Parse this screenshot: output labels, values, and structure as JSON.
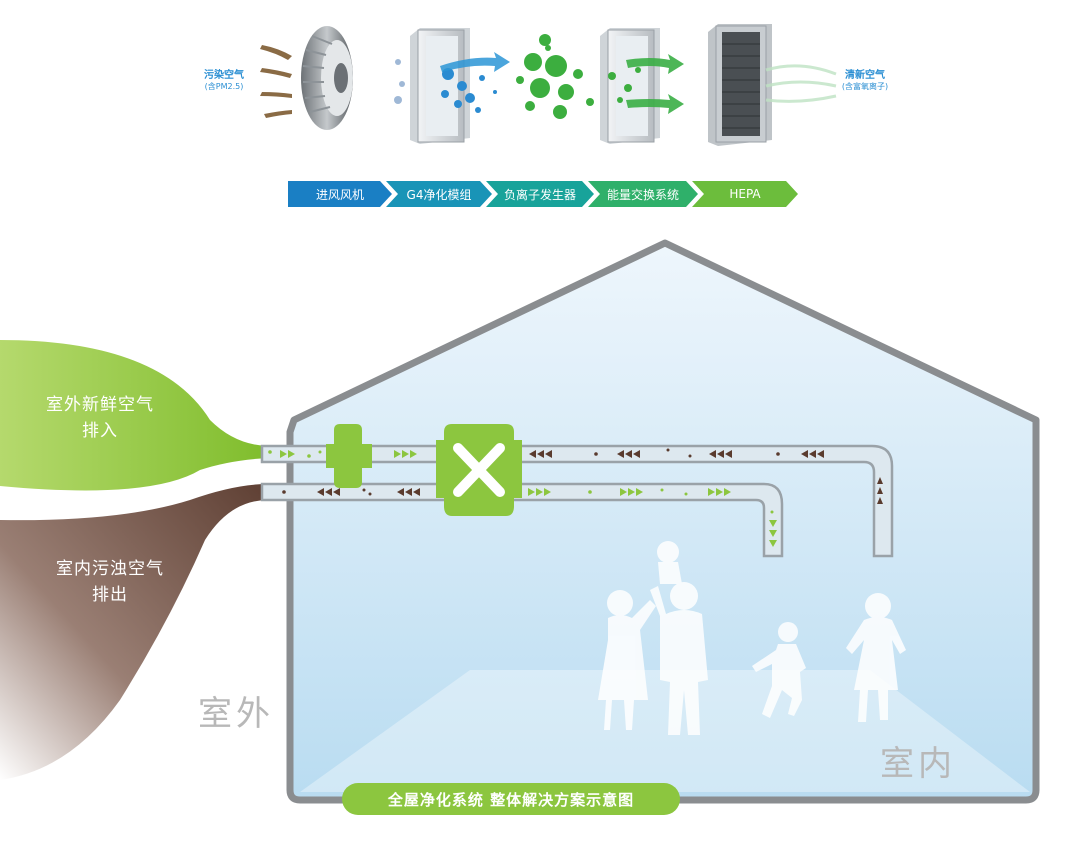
{
  "top_labels": {
    "input_title": "污染空气",
    "input_sub": "(含PM2.5)",
    "output_title": "清新空气",
    "output_sub": "(含富氧离子)"
  },
  "steps": [
    {
      "label": "进风风机",
      "color": "#1a7fc4"
    },
    {
      "label": "G4净化模组",
      "color": "#1994b7"
    },
    {
      "label": "负离子发生器",
      "color": "#18a39a"
    },
    {
      "label": "能量交换系统",
      "color": "#2fb06a"
    },
    {
      "label": "HEPA",
      "color": "#6cbd3c"
    }
  ],
  "flows": {
    "fresh_line1": "室外新鲜空气",
    "fresh_line2": "排入",
    "exhaust_line1": "室内污浊空气",
    "exhaust_line2": "排出"
  },
  "zones": {
    "outdoor": "室外",
    "indoor": "室内"
  },
  "caption": "全屋净化系统 整体解决方案示意图",
  "colors": {
    "fresh_green": "#8cc63f",
    "exhaust_brown": "#6b4a3e",
    "house_outline": "#8a8d90",
    "room_blue": "#cfe6f5",
    "duct_fill": "#d9e6ee"
  }
}
